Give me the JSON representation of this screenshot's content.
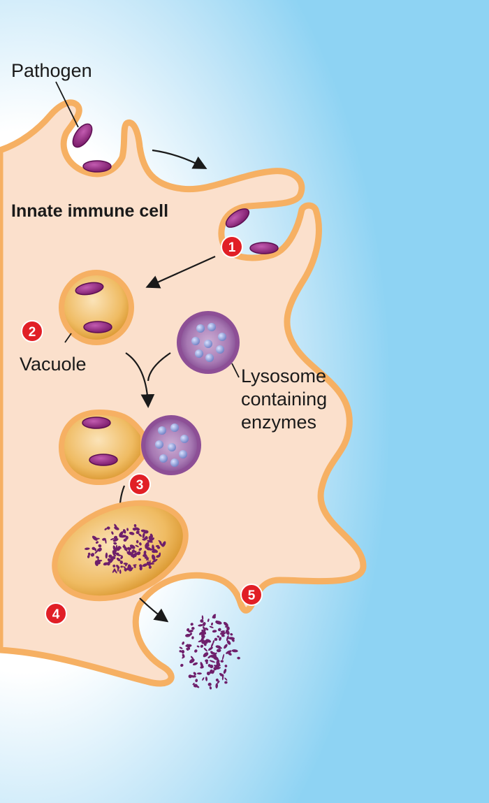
{
  "labels": {
    "pathogen": "Pathogen",
    "cell": "Innate immune cell",
    "vacuole": "Vacuole",
    "lysosome_line1": "Lysosome",
    "lysosome_line2": "containing",
    "lysosome_line3": "enzymes"
  },
  "steps": [
    "1",
    "2",
    "3",
    "4",
    "5"
  ],
  "colors": {
    "background_blue": "#a9dcf5",
    "cytoplasm": "#fbe0cc",
    "membrane": "#f6b063",
    "vacuole_fill": "#e9b14e",
    "pathogen": "#8a1e78",
    "lysosome": "#8d4f96",
    "enzyme": "#8fa0d8",
    "step_badge": "#e11f26",
    "debris": "#6e1f6b"
  }
}
